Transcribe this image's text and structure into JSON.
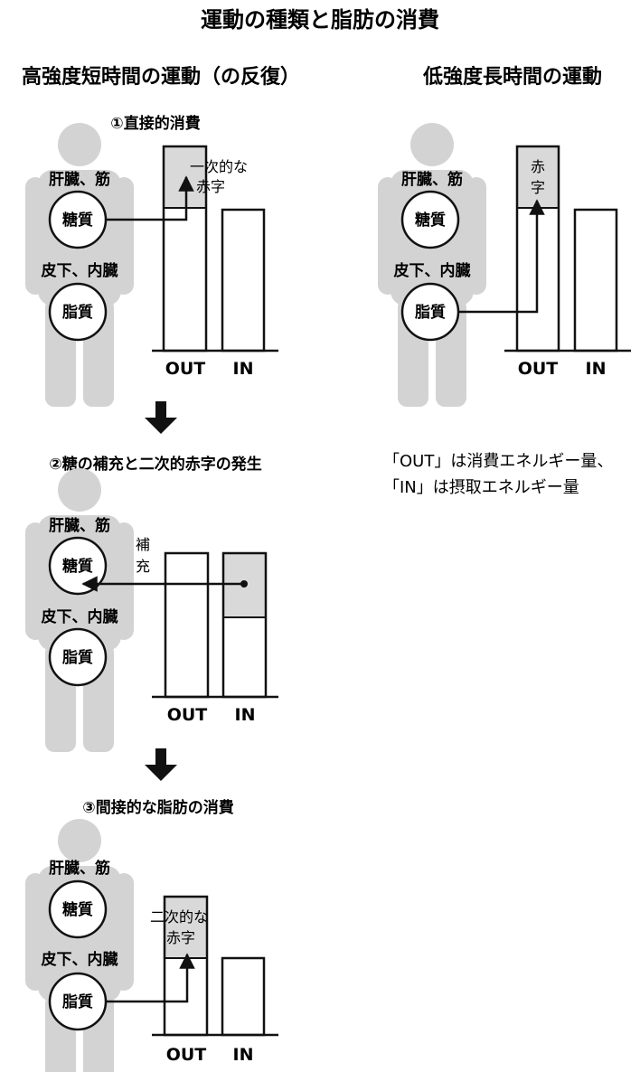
{
  "title": "運動の種類と脂肪の消費",
  "left_heading": "高強度短時間の運動（の反復）",
  "right_heading": "低強度長時間の運動",
  "steps": {
    "step1": "①直接的消費",
    "step2": "②糖の補充と二次的赤字の発生",
    "step3": "③間接的な脂肪の消費"
  },
  "body_labels": {
    "liver_muscle": "肝臓、筋",
    "subcutaneous_visceral": "皮下、内臓",
    "sugar": "糖質",
    "fat": "脂質"
  },
  "bar_labels": {
    "out": "OUT",
    "in": "IN"
  },
  "notes": {
    "primary_deficit_line1": "一次的な",
    "primary_deficit_line2": "赤字",
    "secondary_deficit_line1": "二次的な",
    "secondary_deficit_line2": "赤字",
    "deficit": "赤字",
    "replenish_1": "補",
    "replenish_2": "充"
  },
  "legend": {
    "line1": "「OUT」は消費エネルギー量、",
    "line2": "「IN」は摂取エネルギー量"
  },
  "colors": {
    "silhouette": "#d3d3d3",
    "deficit_fill": "#d9d9d9",
    "stroke": "#111111"
  }
}
